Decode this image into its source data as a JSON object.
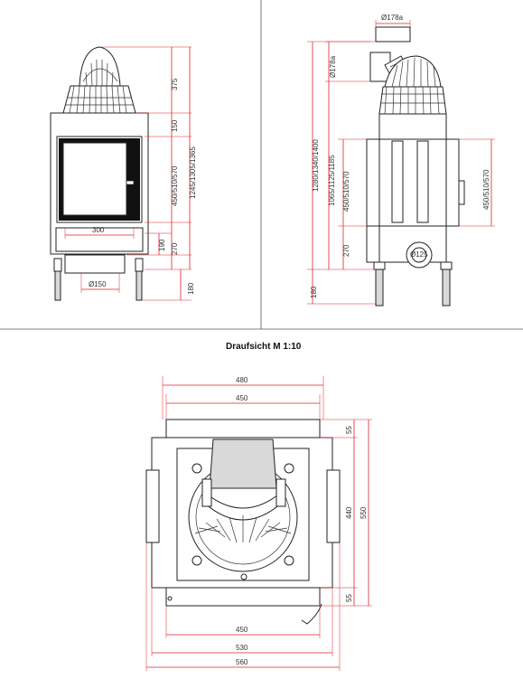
{
  "title": "Draufsicht M 1:10",
  "front_view": {
    "dims": {
      "height_total": "1245/1305/1365",
      "top": "375",
      "upper": "150",
      "door": "450/510/570",
      "bottom": "270",
      "ash": "190",
      "foot": "180",
      "width_inner": "300",
      "flue": "Ø150"
    }
  },
  "side_view": {
    "dims": {
      "flue_top": "Ø178a",
      "flue_side": "Ø178a",
      "height_total": "1280/1340/1400",
      "height_mid": "1065/1125/1185",
      "door": "450/510/570",
      "door_right": "450/510/570",
      "bottom": "270",
      "foot": "180",
      "air": "Ø125"
    }
  },
  "top_view": {
    "dims": {
      "w480": "480",
      "w450_top": "450",
      "w450_bot": "450",
      "w530": "530",
      "w560": "560",
      "d55_top": "55",
      "d440": "440",
      "d55_bot": "55",
      "d550": "550"
    }
  }
}
